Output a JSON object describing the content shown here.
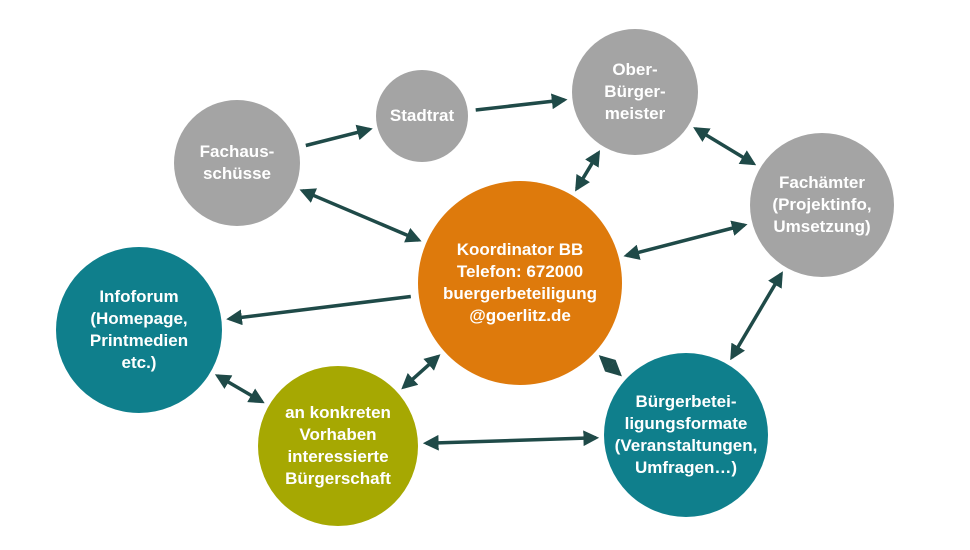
{
  "colors": {
    "gray": "#a4a4a4",
    "orange": "#de7a0c",
    "teal": "#0f7f8c",
    "olive": "#a6a802",
    "arrow": "#1f4a48"
  },
  "nodes": {
    "fachausschuesse": {
      "lines": [
        "Fachaus-",
        "schüsse"
      ],
      "color": "gray"
    },
    "stadtrat": {
      "lines": [
        "Stadtrat"
      ],
      "color": "gray"
    },
    "oberbuergermeister": {
      "lines": [
        "Ober-",
        "Bürger-",
        "meister"
      ],
      "color": "gray"
    },
    "fachaemter": {
      "lines": [
        "Fachämter",
        "(Projektinfo,",
        "Umsetzung)"
      ],
      "color": "gray"
    },
    "koordinator": {
      "lines": [
        "Koordinator BB",
        "Telefon: 672000",
        "buergerbeteiligung",
        "@goerlitz.de"
      ],
      "color": "orange"
    },
    "infoforum": {
      "lines": [
        "Infoforum",
        "(Homepage,",
        "Printmedien",
        "etc.)"
      ],
      "color": "teal"
    },
    "buergerschaft": {
      "lines": [
        "an konkreten",
        "Vorhaben",
        "interessierte",
        "Bürgerschaft"
      ],
      "color": "olive"
    },
    "beteiligungsformate": {
      "lines": [
        "Bürgerbetei-",
        "ligungsformate",
        "(Veranstaltungen,",
        "Umfragen…)"
      ],
      "color": "teal"
    }
  },
  "links": [
    {
      "from": "fachausschuesse",
      "to": "stadtrat",
      "direction": "forward"
    },
    {
      "from": "stadtrat",
      "to": "oberbuergermeister",
      "direction": "forward"
    },
    {
      "from": "oberbuergermeister",
      "to": "fachaemter",
      "direction": "both"
    },
    {
      "from": "fachausschuesse",
      "to": "koordinator",
      "direction": "both"
    },
    {
      "from": "oberbuergermeister",
      "to": "koordinator",
      "direction": "both"
    },
    {
      "from": "koordinator",
      "to": "fachaemter",
      "direction": "both"
    },
    {
      "from": "koordinator",
      "to": "infoforum",
      "direction": "forward"
    },
    {
      "from": "koordinator",
      "to": "buergerschaft",
      "direction": "both"
    },
    {
      "from": "koordinator",
      "to": "beteiligungsformate",
      "direction": "both"
    },
    {
      "from": "fachaemter",
      "to": "beteiligungsformate",
      "direction": "both"
    },
    {
      "from": "infoforum",
      "to": "buergerschaft",
      "direction": "both"
    },
    {
      "from": "buergerschaft",
      "to": "beteiligungsformate",
      "direction": "both"
    }
  ]
}
